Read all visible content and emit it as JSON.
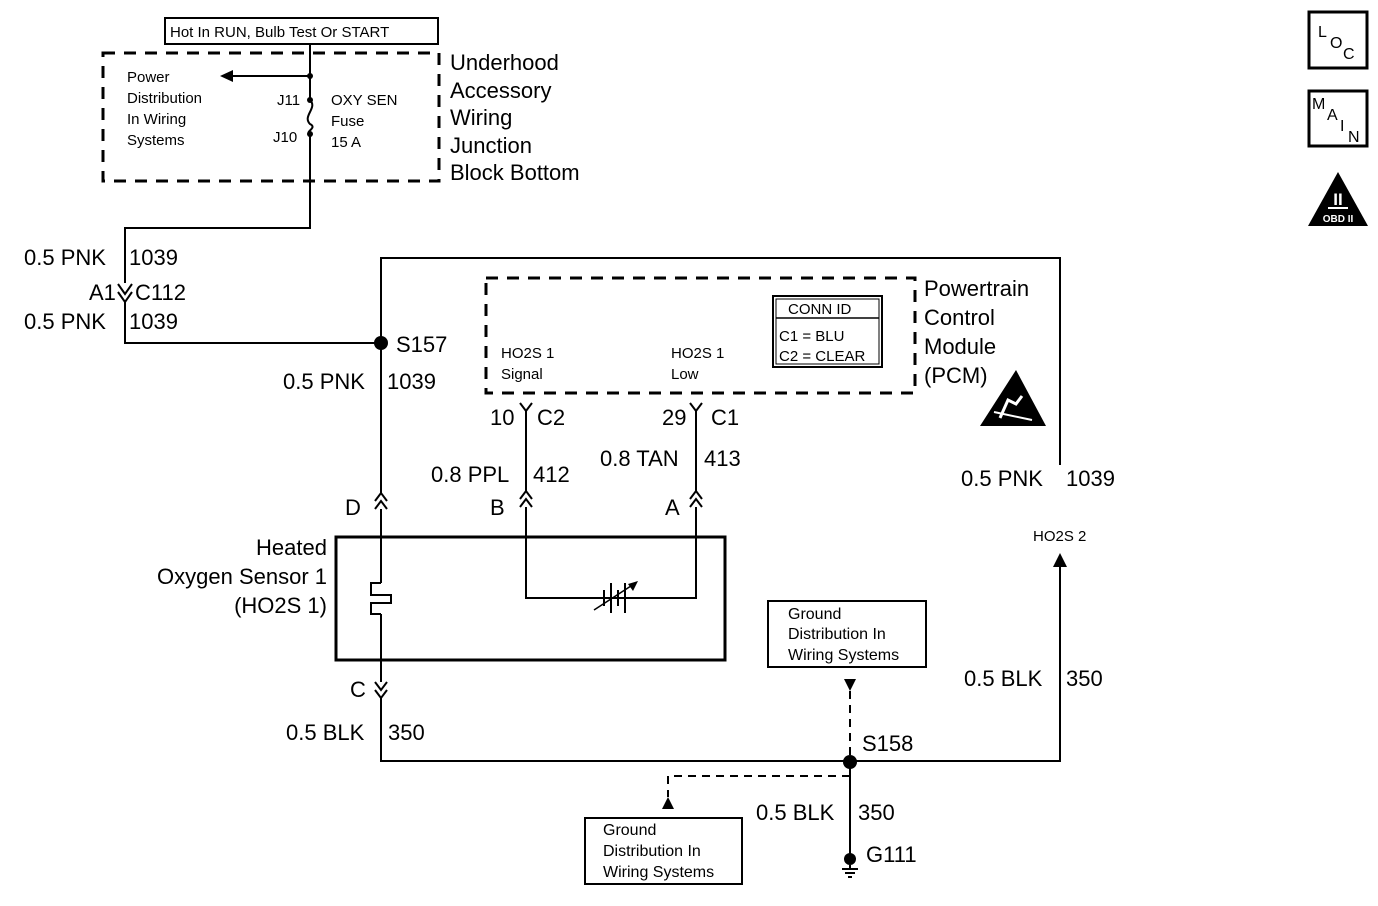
{
  "header_box": "Hot In RUN, Bulb Test Or START",
  "underhood": {
    "title_lines": [
      "Underhood",
      "Accessory",
      "Wiring",
      "Junction",
      "Block Bottom"
    ],
    "power_dist_lines": [
      "Power",
      "Distribution",
      "In Wiring",
      "Systems"
    ],
    "j11": "J11",
    "j10": "J10",
    "fuse_lines": [
      "OXY SEN",
      "Fuse",
      "15 A"
    ]
  },
  "wire_top": {
    "upper_gauge": "0.5 PNK",
    "upper_circuit": "1039",
    "pin": "A1",
    "connector": "C112",
    "lower_gauge": "0.5 PNK",
    "lower_circuit": "1039"
  },
  "s157": {
    "label": "S157",
    "gauge": "0.5 PNK",
    "circuit": "1039"
  },
  "pcm": {
    "title_lines": [
      "Powertrain",
      "Control",
      "Module",
      "(PCM)"
    ],
    "conn_id_title": "CONN ID",
    "conn_id_rows": [
      "C1 = BLU",
      "C2 = CLEAR"
    ],
    "signal_lines": [
      "HO2S 1",
      "Signal"
    ],
    "low_lines": [
      "HO2S 1",
      "Low"
    ],
    "signal_pin": "10",
    "signal_conn": "C2",
    "low_pin": "29",
    "low_conn": "C1"
  },
  "wires_mid": {
    "ppl_gauge": "0.8 PPL",
    "ppl_circuit": "412",
    "tan_gauge": "0.8 TAN",
    "tan_circuit": "413",
    "right_gauge": "0.5 PNK",
    "right_circuit": "1039",
    "ho2s2": "HO2S 2"
  },
  "sensor": {
    "title_lines": [
      "Heated",
      "Oxygen Sensor 1",
      "(HO2S 1)"
    ],
    "pin_d": "D",
    "pin_b": "B",
    "pin_a": "A",
    "pin_c": "C"
  },
  "ground": {
    "upper_box_lines": [
      "Ground",
      "Distribution In",
      "Wiring Systems"
    ],
    "lower_box_lines": [
      "Ground",
      "Distribution In",
      "Wiring Systems"
    ],
    "blk_gauge_left": "0.5 BLK",
    "blk_circuit_left": "350",
    "blk_gauge_right": "0.5 BLK",
    "blk_circuit_right": "350",
    "blk_gauge_bottom": "0.5 BLK",
    "blk_circuit_bottom": "350",
    "s158": "S158",
    "g111": "G111"
  },
  "icons": {
    "loc_letters": [
      "L",
      "O",
      "C"
    ],
    "main_letters": [
      "M",
      "A",
      "I",
      "N"
    ],
    "obd_roman": "II",
    "obd_label": "OBD II"
  }
}
